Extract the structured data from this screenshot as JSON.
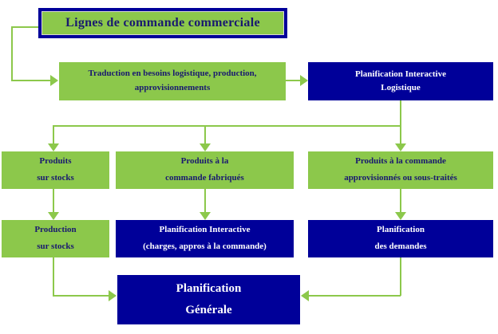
{
  "diagram": {
    "title_card": {
      "label": "Lignes de commande commerciale"
    },
    "colors": {
      "green": "#8CC84B",
      "navy": "#000099",
      "text_on_green": "#191970",
      "text_on_navy": "#FFFFFF",
      "background": "#FFFFFF"
    },
    "boxes": [
      {
        "id": "traduction",
        "style": "green",
        "lines": [
          "Traduction en besoins logistique, production,",
          "approvisionnements"
        ]
      },
      {
        "id": "planif-interactive-logistique",
        "style": "blue",
        "lines": [
          "Planification Interactive",
          "Logistique"
        ]
      },
      {
        "id": "produits-sur-stocks",
        "style": "green",
        "lines": [
          "Produits",
          "sur  stocks"
        ]
      },
      {
        "id": "produits-commande-fabriques",
        "style": "green",
        "lines": [
          "Produits à  la",
          "commande fabriqués"
        ]
      },
      {
        "id": "produits-commande-approvisionnes",
        "style": "green",
        "lines": [
          "Produits à la commande",
          "approvisionnés ou sous-traités"
        ]
      },
      {
        "id": "production-sur-stocks",
        "style": "green",
        "lines": [
          "Production",
          "sur stocks"
        ]
      },
      {
        "id": "planif-interactive-charges",
        "style": "blue",
        "lines": [
          "Planification Interactive",
          "(charges, appros à la commande)"
        ]
      },
      {
        "id": "planification-des-demandes",
        "style": "blue",
        "lines": [
          "Planification",
          "des demandes"
        ]
      },
      {
        "id": "planification-generale",
        "style": "blue",
        "lines": [
          "Planification",
          "Générale"
        ]
      }
    ],
    "connectors": [
      {
        "id": "title-to-traduction",
        "kind": "elbow-arrow-right"
      },
      {
        "id": "traduction-to-planif-logistique",
        "kind": "arrow-right"
      },
      {
        "id": "planif-logistique-to-bus",
        "kind": "vertical"
      },
      {
        "id": "bus-to-produits-sur-stocks",
        "kind": "arrow-down"
      },
      {
        "id": "bus-to-produits-commande-fabriques",
        "kind": "arrow-down"
      },
      {
        "id": "bus-to-produits-commande-approvisionnes",
        "kind": "arrow-down"
      },
      {
        "id": "produits-sur-stocks-to-production",
        "kind": "arrow-down"
      },
      {
        "id": "produits-fabriques-to-planif-charges",
        "kind": "arrow-down"
      },
      {
        "id": "produits-approvisionnes-to-planif-demandes",
        "kind": "arrow-down"
      },
      {
        "id": "production-to-planification-generale",
        "kind": "elbow-arrow-right"
      },
      {
        "id": "planif-demandes-to-planification-generale",
        "kind": "elbow-arrow-left"
      }
    ]
  }
}
